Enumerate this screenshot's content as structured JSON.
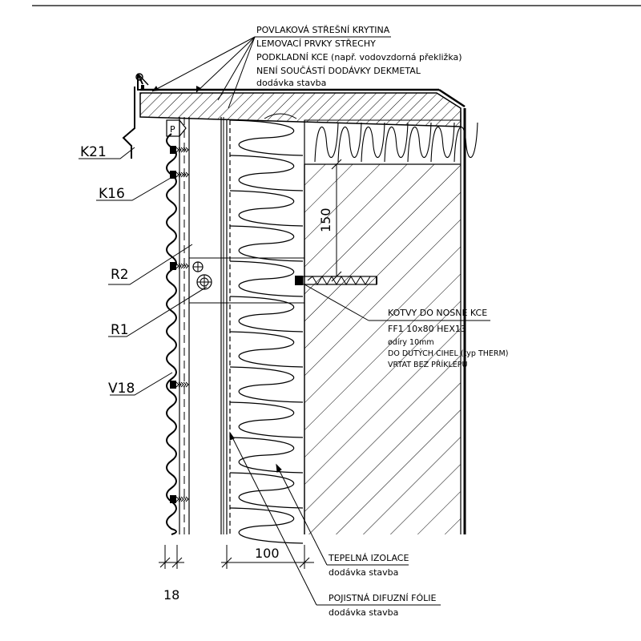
{
  "roof_notes": {
    "line1": "POVLAKOVÁ STŘEŠNÍ KRYTINA",
    "line2": "LEMOVACÍ PRVKY STŘECHY",
    "line3": "PODKLADNÍ KCE (např. vodovzdorná překližka)",
    "line4": "NENÍ SOUČÁSTÍ DODÁVKY DEKMETAL",
    "line5": "dodávka stavba"
  },
  "tags": {
    "k21": "K21",
    "k16": "K16",
    "r2": "R2",
    "r1": "R1",
    "v18": "V18",
    "p": "P"
  },
  "anchor_note": {
    "title": "KOTVY DO NOSNÉ KCE",
    "line1": "FF1 10x80 HEX13",
    "line2": "ødíry 10mm",
    "line3": "DO DUTÝCH CIHEL (typ THERM)",
    "line4": "VRTAT BEZ PŘÍKLEPU"
  },
  "insulation_note": {
    "title": "TEPELNÁ IZOLACE",
    "sub": "dodávka stavba"
  },
  "foil_note": {
    "title": "POJISTNÁ DIFUZNÍ FÓLIE",
    "sub": "dodávka stavba"
  },
  "dimensions": {
    "d150": "150",
    "d100": "100",
    "d18": "18"
  }
}
